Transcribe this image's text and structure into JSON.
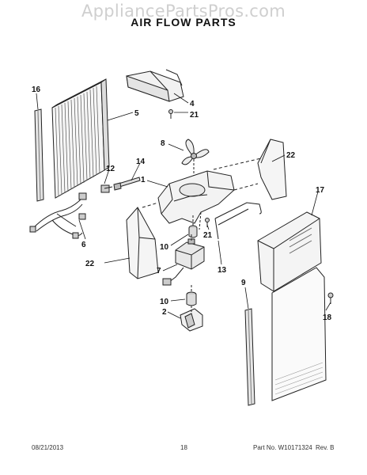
{
  "watermark": "AppliancePartsPros.com",
  "title": "AIR FLOW PARTS",
  "callouts": {
    "c16": "16",
    "c5": "5",
    "c4": "4",
    "c21a": "21",
    "c8": "8",
    "c22a": "22",
    "c14": "14",
    "c12": "12",
    "c1": "1",
    "c17": "17",
    "c6": "6",
    "c21b": "21",
    "c10a": "10",
    "c22b": "22",
    "c13": "13",
    "c7": "7",
    "c9": "9",
    "c10b": "10",
    "c2": "2",
    "c18": "18"
  },
  "footer": {
    "date": "08/21/2013",
    "page": "18",
    "part_no": "Part No.  W10171324",
    "rev": "Rev.  B"
  }
}
